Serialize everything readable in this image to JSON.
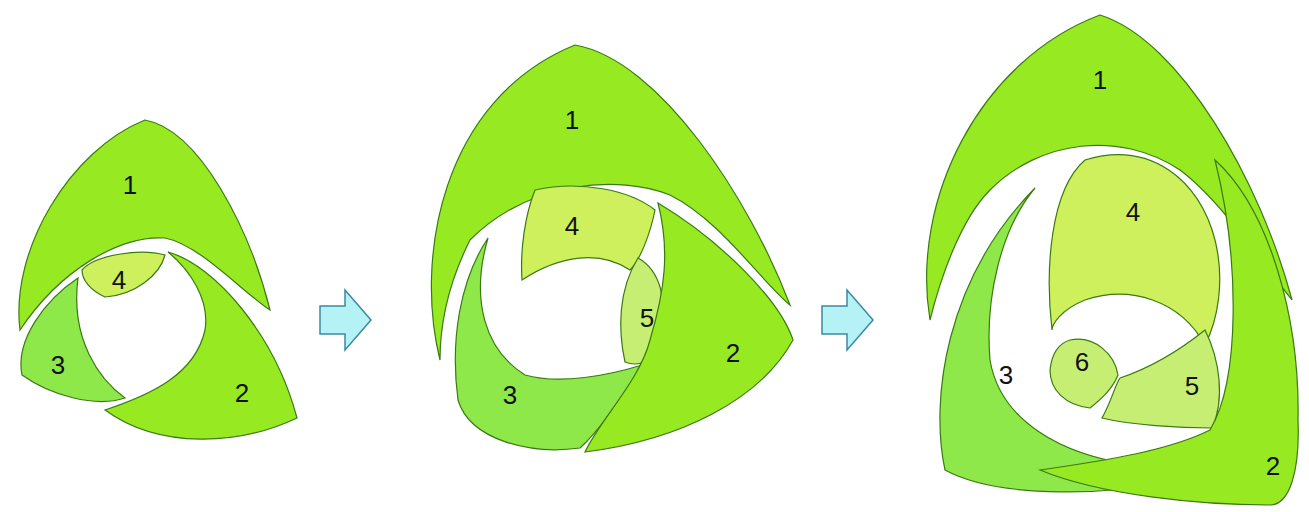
{
  "diagram": {
    "nodes": [
      {
        "text": [
          "1"
        ]
      },
      {
        "text": [
          "4"
        ]
      },
      {
        "text": [
          "3"
        ]
      },
      {
        "text": [
          "2"
        ]
      },
      {
        "text": [
          "1"
        ]
      },
      {
        "text": [
          "4"
        ]
      },
      {
        "text": [
          "5"
        ]
      },
      {
        "text": [
          "3"
        ]
      },
      {
        "text": [
          "2"
        ]
      },
      {
        "text": [
          "1"
        ]
      },
      {
        "text": [
          "4"
        ]
      },
      {
        "text": [
          "3"
        ]
      },
      {
        "text": [
          "6"
        ]
      },
      {
        "text": [
          "5"
        ]
      },
      {
        "text": [
          "2"
        ]
      }
    ]
  }
}
